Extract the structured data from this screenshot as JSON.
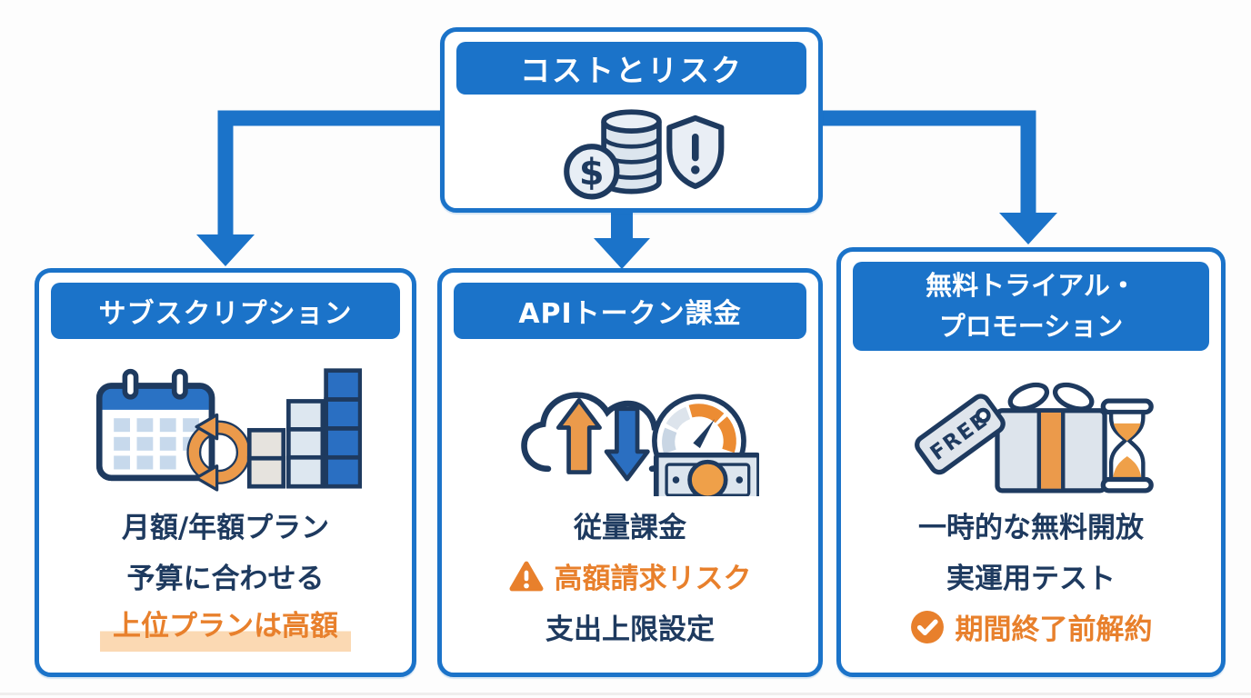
{
  "root": {
    "title": "コストとリスク",
    "coin_symbol": "$",
    "icon": "coins-dollar-shield-icon"
  },
  "columns": [
    {
      "title": "サブスクリプション",
      "icon": "calendar-refresh-bar-chart-icon",
      "lines": [
        {
          "text": "月額/年額プラン",
          "style": "normal"
        },
        {
          "text": "予算に合わせる",
          "style": "normal"
        },
        {
          "text": "上位プランは高額",
          "style": "orange-highlight"
        }
      ]
    },
    {
      "title": "APIトークン課金",
      "icon": "cloud-up-down-gauge-banknote-icon",
      "lines": [
        {
          "text": "従量課金",
          "style": "normal"
        },
        {
          "text": "高額請求リスク",
          "style": "orange",
          "icon": "warning-triangle-icon"
        },
        {
          "text": "支出上限設定",
          "style": "normal"
        }
      ]
    },
    {
      "title_lines": [
        "無料トライアル・",
        "プロモーション"
      ],
      "tag_label": "FREE",
      "icon": "free-tag-gift-hourglass-icon",
      "lines": [
        {
          "text": "一時的な無料開放",
          "style": "normal"
        },
        {
          "text": "実運用テスト",
          "style": "normal"
        },
        {
          "text": "期間終了前解約",
          "style": "orange",
          "icon": "check-circle-icon"
        }
      ]
    }
  ],
  "icons": {
    "root": "coins-dollar-shield-icon",
    "subscription": "calendar-refresh-bar-chart-icon",
    "api_billing": "cloud-up-down-gauge-banknote-icon",
    "free_trial": "free-tag-gift-hourglass-icon",
    "warning": "warning-triangle-icon",
    "check": "check-circle-icon"
  },
  "colors": {
    "primary_blue": "#1b73c9",
    "navy": "#1e3a5f",
    "orange": "#e8802c",
    "orange_light": "#efa049",
    "peach_highlight": "#fbd9b3",
    "panel_light": "#dde5ee"
  }
}
